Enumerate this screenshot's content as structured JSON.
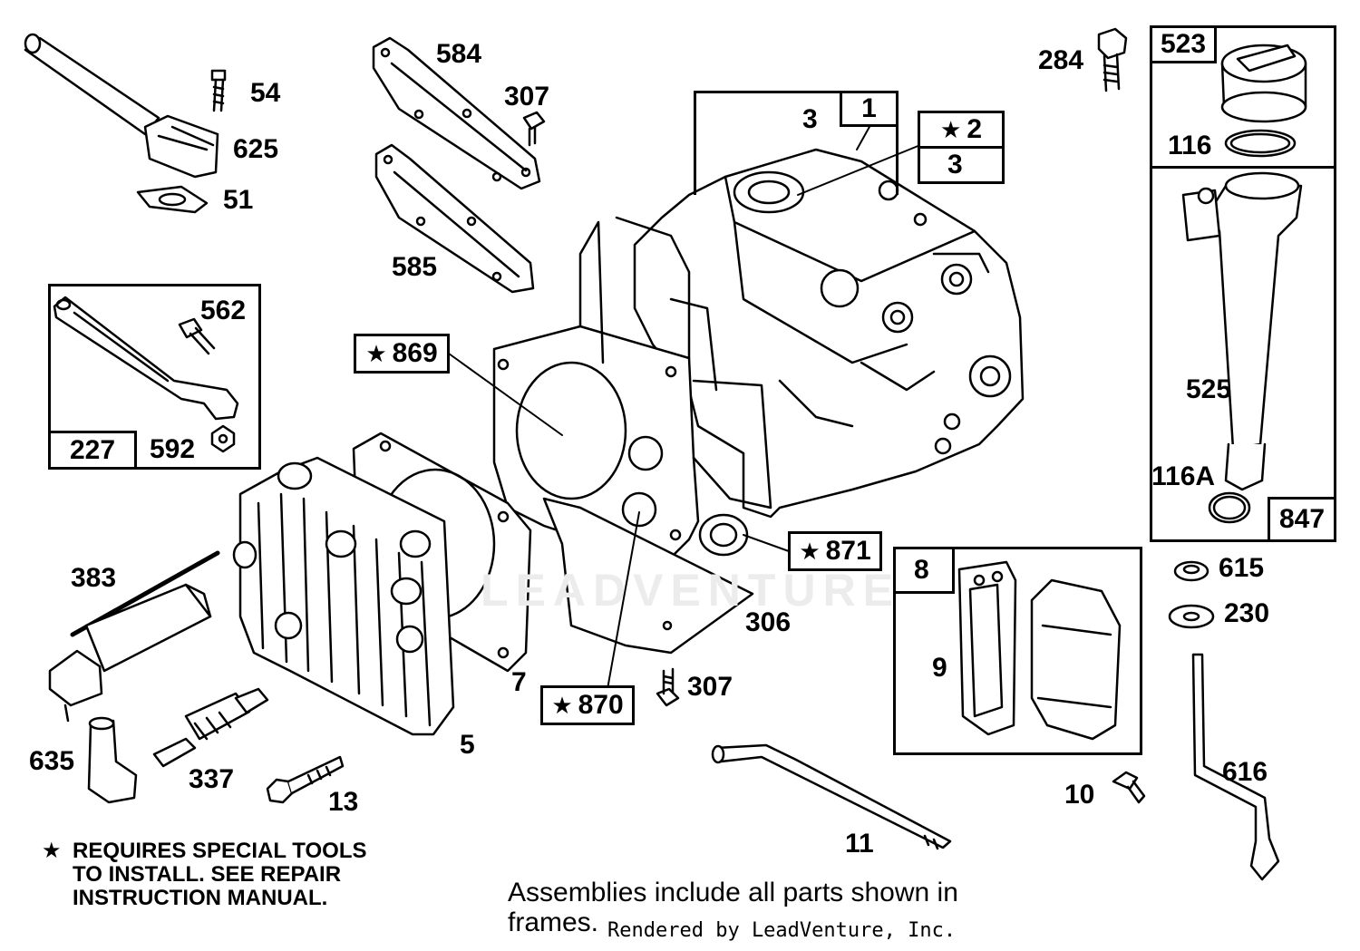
{
  "labels": {
    "p54": "54",
    "p625": "625",
    "p51": "51",
    "p584": "584",
    "p307a": "307",
    "p585": "585",
    "p562": "562",
    "p227": "227",
    "p592": "592",
    "p383": "383",
    "p635": "635",
    "p337": "337",
    "p13": "13",
    "p5": "5",
    "p7": "7",
    "p306": "306",
    "p307b": "307",
    "p11": "11",
    "p284": "284",
    "p523": "523",
    "p116": "116",
    "p525": "525",
    "p116a": "116A",
    "p847": "847",
    "p615": "615",
    "p230": "230",
    "p616": "616",
    "p10": "10",
    "p8": "8",
    "p9": "9",
    "p1": "1",
    "p3a": "3",
    "p2": "2",
    "p3b": "3",
    "p869": "869",
    "p870": "870",
    "p871": "871"
  },
  "star_symbol": "★",
  "note": {
    "line1": "REQUIRES SPECIAL TOOLS",
    "line2": "TO INSTALL.  SEE REPAIR",
    "line3": "INSTRUCTION MANUAL."
  },
  "footer": {
    "assemblies_line1": "Assemblies include all parts shown in",
    "assemblies_line2": "frames.",
    "rendered_by": "Rendered by LeadVenture, Inc."
  },
  "watermark": "LEADVENTURE"
}
